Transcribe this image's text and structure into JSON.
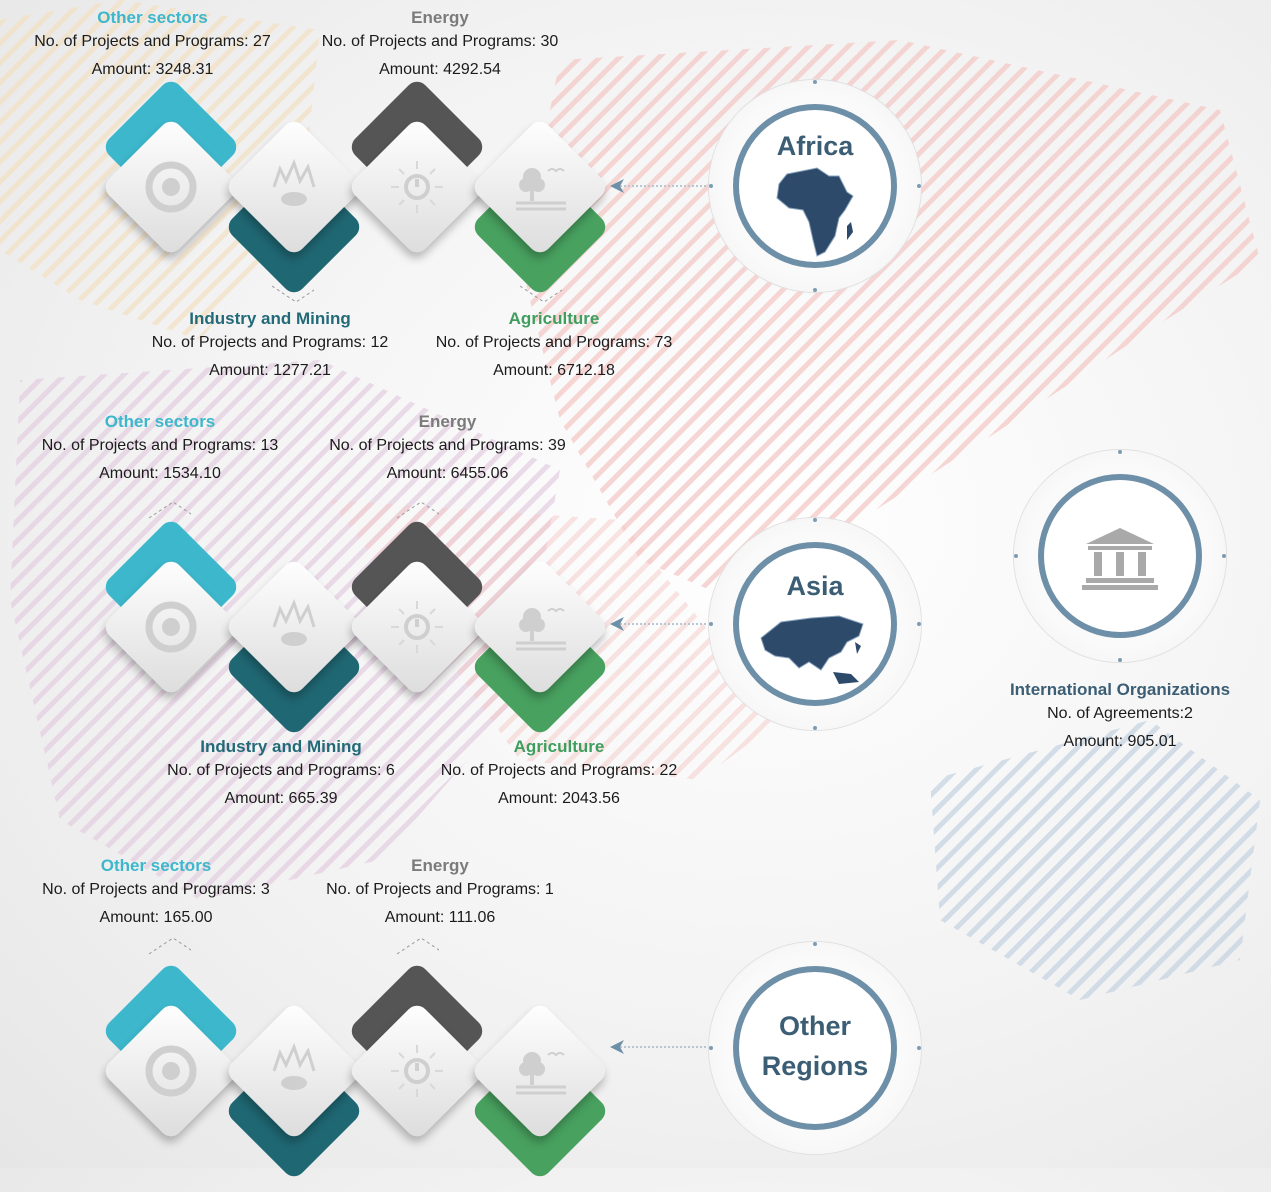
{
  "regions": [
    {
      "name": "Africa",
      "sectors": {
        "other": {
          "title": "Other sectors",
          "projects": "No. of Projects and Programs: 27",
          "amount": "Amount: 3248.31"
        },
        "energy": {
          "title": "Energy",
          "projects": "No. of Projects and Programs: 30",
          "amount": "Amount: 4292.54"
        },
        "industry": {
          "title": "Industry and Mining",
          "projects": "No. of Projects and Programs: 12",
          "amount": "Amount: 1277.21"
        },
        "agriculture": {
          "title": "Agriculture",
          "projects": "No. of Projects and Programs: 73",
          "amount": "Amount: 6712.18"
        }
      }
    },
    {
      "name": "Asia",
      "sectors": {
        "other": {
          "title": "Other sectors",
          "projects": "No. of Projects and Programs: 13",
          "amount": "Amount: 1534.10"
        },
        "energy": {
          "title": "Energy",
          "projects": "No. of Projects and Programs: 39",
          "amount": "Amount: 6455.06"
        },
        "industry": {
          "title": "Industry and Mining",
          "projects": "No. of Projects and Programs: 6",
          "amount": "Amount: 665.39"
        },
        "agriculture": {
          "title": "Agriculture",
          "projects": "No. of Projects and Programs: 22",
          "amount": "Amount: 2043.56"
        }
      }
    },
    {
      "name_line1": "Other",
      "name_line2": "Regions",
      "sectors": {
        "other": {
          "title": "Other sectors",
          "projects": "No. of Projects and Programs: 3",
          "amount": "Amount: 165.00"
        },
        "energy": {
          "title": "Energy",
          "projects": "No. of Projects and Programs: 1",
          "amount": "Amount: 111.06"
        }
      }
    }
  ],
  "international": {
    "title": "International Organizations",
    "agreements": "No. of Agreements:2",
    "amount": "Amount: 905.01",
    "icon": "bank-building-icon"
  },
  "icons": {
    "other": "recycle-arrows-icon",
    "industry": "mining-explosion-icon",
    "energy": "power-sun-icon",
    "agriculture": "tree-birds-icon"
  },
  "colors": {
    "other": "#3db7cc",
    "energy": "#555555",
    "industry": "#1f6773",
    "agriculture": "#48a15f",
    "region_ring": "#6e8fa8",
    "region_text": "#3c5e75"
  }
}
